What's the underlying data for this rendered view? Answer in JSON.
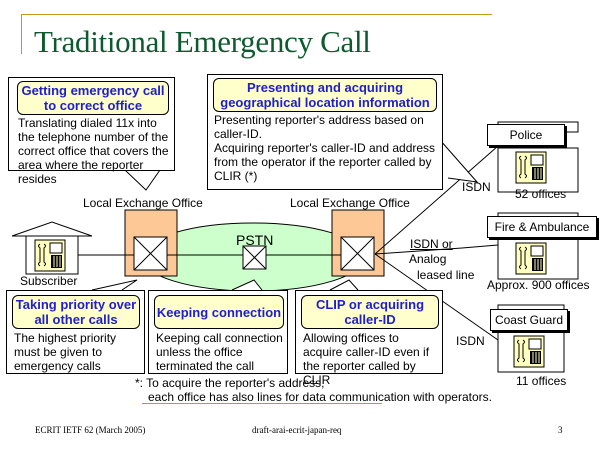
{
  "slide": {
    "title": "Traditional Emergency Call",
    "colors": {
      "title": "#0d5a2e",
      "rule": "#c49a18",
      "heading_text": "#2020c8",
      "heading_bg": "#ffffcc",
      "exchange_fill": "#fdc896",
      "pstn_fill": "#ccffcc",
      "phone_fill": "#ffffc0"
    }
  },
  "callouts": {
    "getting_call": {
      "heading": "Getting emergency call to correct office",
      "body": "Translating dialed 11x into the telephone number of the correct office that covers the area where the reporter resides"
    },
    "presenting_location": {
      "heading": "Presenting and acquiring geographical location information",
      "body_lines": [
        "Presenting reporter's address based on caller-ID.",
        "Acquiring reporter's caller-ID and address from the operator if the reporter called by CLIR (*)"
      ]
    },
    "taking_priority": {
      "heading": "Taking priority over all other calls",
      "body": "The highest priority must be given to emergency calls"
    },
    "keeping_connection": {
      "heading": "Keeping connection",
      "body": "Keeping call connection unless the office terminated the call"
    },
    "clip": {
      "heading": "CLIP or acquiring caller-ID",
      "body": "Allowing offices to acquire caller-ID even if the reporter called by CLIR"
    }
  },
  "network": {
    "subscriber_label": "Subscriber",
    "local_exchange_left": "Local Exchange Office",
    "local_exchange_right": "Local Exchange Office",
    "pstn_label": "PSTN",
    "link_police": "ISDN",
    "link_fire_line1": "ISDN or",
    "link_fire_line2": "Analog",
    "link_fire_line3": "leased line",
    "link_coast": "ISDN"
  },
  "offices": [
    {
      "name": "Police",
      "count": "52 offices"
    },
    {
      "name": "Fire & Ambulance",
      "count": "Approx. 900 offices"
    },
    {
      "name": "Coast Guard",
      "count": "11 offices"
    }
  ],
  "footnote": {
    "line1": "*: To acquire the reporter's address,",
    "line2": "each office has also lines for data communication with operators."
  },
  "footer": {
    "left": "ECRIT IETF 62 (March 2005)",
    "center": "draft-arai-ecrit-japan-req",
    "page": "3"
  }
}
